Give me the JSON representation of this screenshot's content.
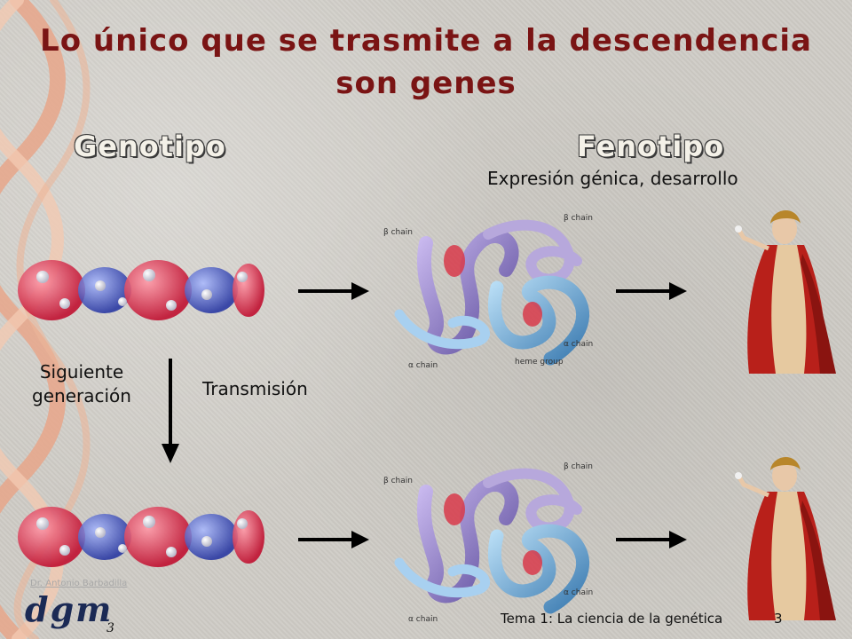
{
  "slide": {
    "title_line1": "Lo único que se trasmite a la descendencia",
    "title_line2": "son genes",
    "genotype_heading": "Genotipo",
    "phenotype_heading": "Fenotipo",
    "phenotype_subtitle": "Expresión génica, desarrollo",
    "next_generation_line1": "Siguiente",
    "next_generation_line2": "generación",
    "transmission_label": "Transmisión",
    "footer_text": "Tema 1: La ciencia de la genética",
    "page_number": "3",
    "credit_text": "Dr. Antonio Barbadilla",
    "logo_text": "dgm",
    "logo_number": "3"
  },
  "protein_labels": {
    "beta_chain": "β chain",
    "alpha_chain": "α chain",
    "heme_group": "heme group"
  },
  "colors": {
    "title": "#7a1414",
    "background": "#cfccc6"
  }
}
